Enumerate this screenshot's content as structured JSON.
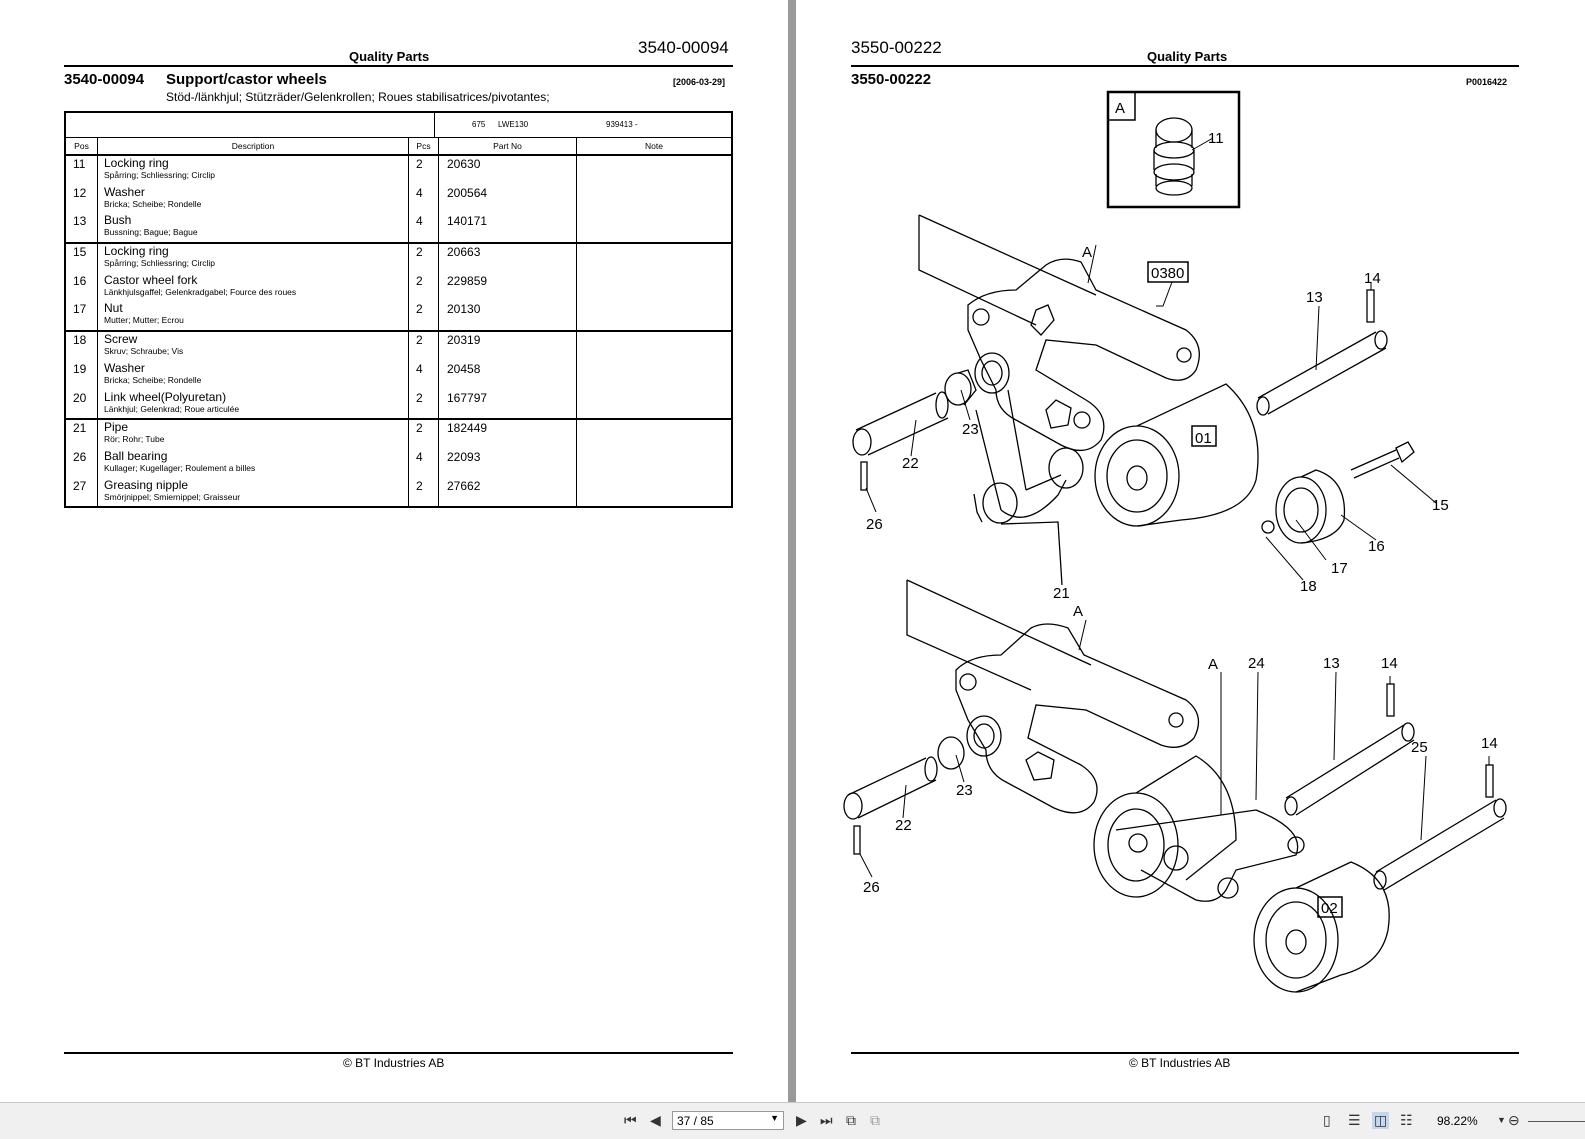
{
  "left_page": {
    "header_title": "Quality Parts",
    "header_number": "3540-00094",
    "section_number": "3540-00094",
    "section_title": "Support/castor wheels",
    "section_subtitle": "Stöd-/länkhjul; Stützräder/Gelenkrollen; Roues stabilisatrices/pivotantes;",
    "date": "[2006-03-29]",
    "table": {
      "model_row": {
        "code": "675",
        "model": "LWE130",
        "serial": "939413 -"
      },
      "columns": [
        "Pos",
        "Description",
        "Pcs",
        "Part No",
        "Note"
      ],
      "groups": [
        [
          {
            "pos": "11",
            "name": "Locking ring",
            "trans": "Spårring; Schliessring; Circlip",
            "pcs": "2",
            "part": "20630"
          },
          {
            "pos": "12",
            "name": "Washer",
            "trans": "Bricka; Scheibe; Rondelle",
            "pcs": "4",
            "part": "200564"
          },
          {
            "pos": "13",
            "name": "Bush",
            "trans": "Bussning; Bague; Bague",
            "pcs": "4",
            "part": "140171"
          }
        ],
        [
          {
            "pos": "15",
            "name": "Locking ring",
            "trans": "Spårring; Schliessring; Circlip",
            "pcs": "2",
            "part": "20663"
          },
          {
            "pos": "16",
            "name": "Castor wheel fork",
            "trans": "Länkhjulsgaffel; Gelenkradgabel; Fource des roues",
            "pcs": "2",
            "part": "229859"
          },
          {
            "pos": "17",
            "name": "Nut",
            "trans": "Mutter; Mutter; Ecrou",
            "pcs": "2",
            "part": "20130"
          }
        ],
        [
          {
            "pos": "18",
            "name": "Screw",
            "trans": "Skruv; Schraube; Vis",
            "pcs": "2",
            "part": "20319"
          },
          {
            "pos": "19",
            "name": "Washer",
            "trans": "Bricka; Scheibe; Rondelle",
            "pcs": "4",
            "part": "20458"
          },
          {
            "pos": "20",
            "name": "Link wheel(Polyuretan)",
            "trans": "Länkhjul; Gelenkrad; Roue articulée",
            "pcs": "2",
            "part": "167797"
          }
        ],
        [
          {
            "pos": "21",
            "name": "Pipe",
            "trans": "Rör; Rohr; Tube",
            "pcs": "2",
            "part": "182449"
          },
          {
            "pos": "26",
            "name": "Ball bearing",
            "trans": "Kullager; Kugellager; Roulement a billes",
            "pcs": "4",
            "part": "22093"
          },
          {
            "pos": "27",
            "name": "Greasing nipple",
            "trans": "Smörjnippel; Smiernippel; Graisseur",
            "pcs": "2",
            "part": "27662"
          }
        ]
      ]
    },
    "footer": "© BT Industries AB"
  },
  "right_page": {
    "header_number": "3550-00222",
    "header_title": "Quality Parts",
    "section_number": "3550-00222",
    "drawing_id": "P0016422",
    "footer": "© BT Industries AB",
    "detail_box_label": "A",
    "labels": {
      "d11": "11",
      "a1": "A",
      "box0380": "0380",
      "n14a": "14",
      "n13a": "13",
      "n23a": "23",
      "n22a": "22",
      "box01": "01",
      "n15": "15",
      "n26a": "26",
      "n16": "16",
      "n17": "17",
      "n18": "18",
      "n21": "21",
      "a2": "A",
      "a3": "A",
      "n24": "24",
      "n13b": "13",
      "n14b": "14",
      "n25": "25",
      "n14c": "14",
      "n23b": "23",
      "n22b": "22",
      "n26b": "26",
      "box02": "02"
    }
  },
  "toolbar": {
    "page_indicator": "37 / 85",
    "zoom": "98.22%"
  }
}
